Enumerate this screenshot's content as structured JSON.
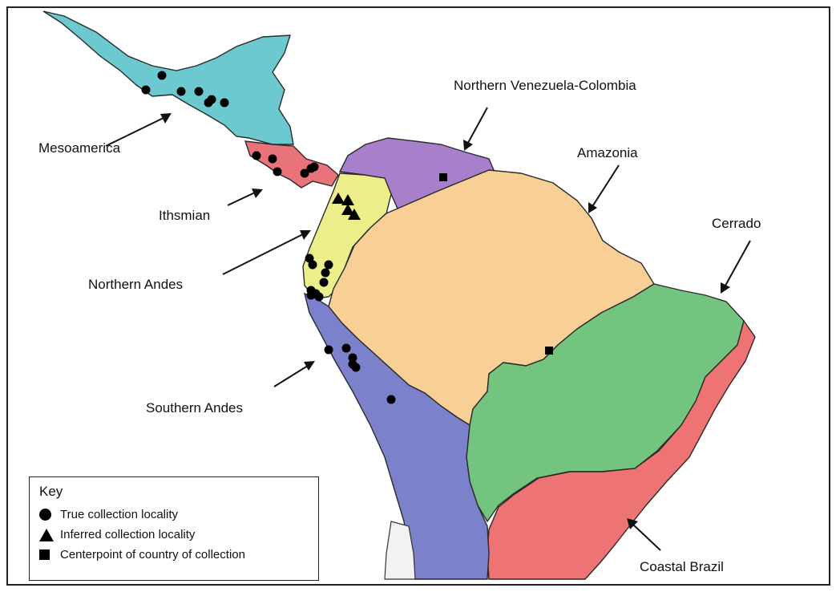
{
  "regions": {
    "mesoamerica": {
      "label": "Mesoamerica",
      "color": "#6cc9cf"
    },
    "ithsmian": {
      "label": "Ithsmian",
      "color": "#e8737a"
    },
    "northern_andes": {
      "label": "Northern Andes",
      "color": "#ecee8a"
    },
    "northern_venezuela_colombia": {
      "label": "Northern Venezuela-Colombia",
      "color": "#a77fca"
    },
    "amazonia": {
      "label": "Amazonia",
      "color": "#f8cf94"
    },
    "cerrado": {
      "label": "Cerrado",
      "color": "#73c47e"
    },
    "southern_andes": {
      "label": "Southern Andes",
      "color": "#7b82cb"
    },
    "coastal_brazil": {
      "label": "Coastal Brazil",
      "color": "#ee7373"
    }
  },
  "key": {
    "title": "Key",
    "items": [
      {
        "symbol": "circle",
        "label": "True collection locality"
      },
      {
        "symbol": "triangle",
        "label": "Inferred collection locality"
      },
      {
        "symbol": "square",
        "label": "Centerpoint of country of collection"
      }
    ]
  }
}
